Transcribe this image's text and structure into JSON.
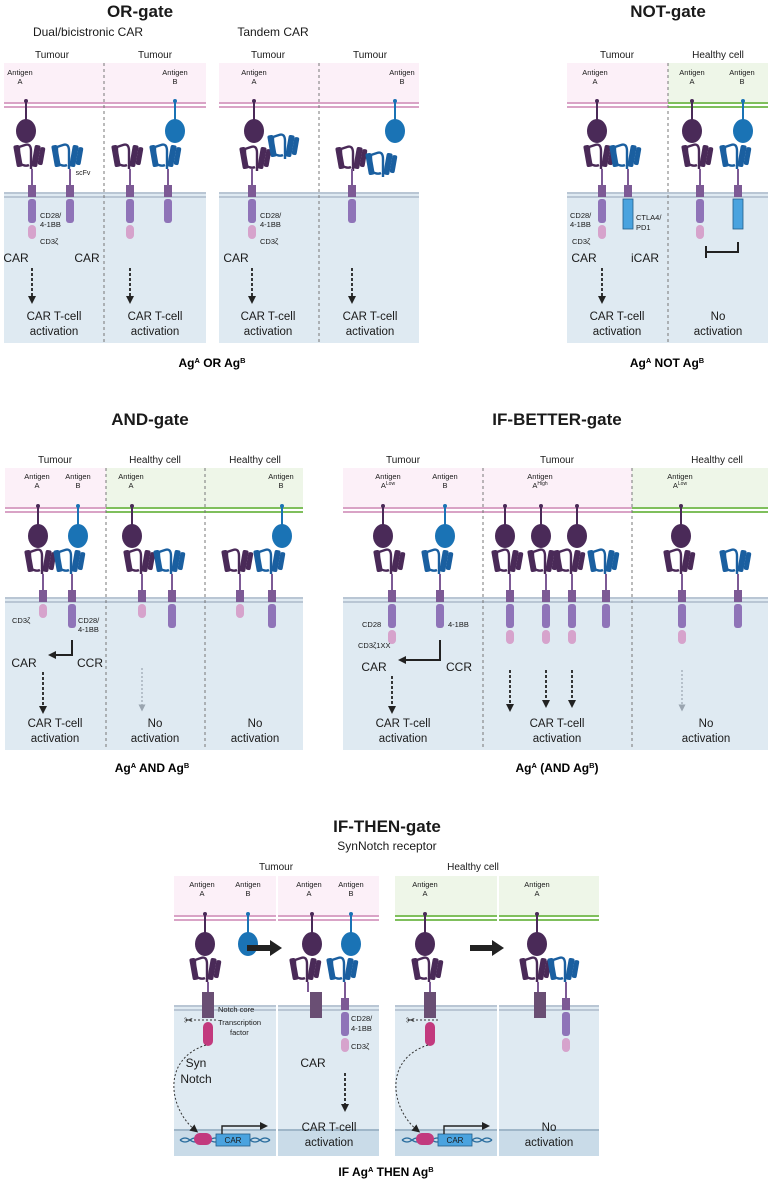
{
  "colors": {
    "tumour_bg": "#fcf0f8",
    "healthy_bg": "#eef6e8",
    "cell_bg": "#dfeaf2",
    "nucleus_bg": "#c9dbe8",
    "tumour_membrane": "#d9a3c6",
    "healthy_membrane": "#7fbf5c",
    "tcell_membrane": "#b9c6d4",
    "antigen_a": "#4a2a58",
    "antigen_b": "#1a73b5",
    "scfv_a": "#4a2a58",
    "scfv_b": "#1a5fa0",
    "costim": "#8f74b8",
    "hinge": "#7d5a95",
    "cd3z": "#d6a3cc",
    "inhibitory": "#4aa3df",
    "synnotch_tf": "#c23a7e",
    "arrow": "#222222",
    "faded_arrow": "#9aa5b0"
  },
  "or_gate": {
    "title": "OR-gate",
    "dual_subtitle": "Dual/bicistronic CAR",
    "tandem_subtitle": "Tandem CAR",
    "p1": {
      "header": "Tumour",
      "antigen": "Antigen",
      "letter": "A",
      "scfv": "scFv",
      "costim": "CD28/",
      "costim2": "4-1BB",
      "cd3z": "CD3ζ",
      "car": "CAR",
      "act1": "CAR T-cell",
      "act2": "activation"
    },
    "p2": {
      "header": "Tumour",
      "antigen": "Antigen",
      "letter": "B",
      "car": "CAR",
      "act1": "CAR T-cell",
      "act2": "activation"
    },
    "p3": {
      "header": "Tumour",
      "antigen": "Antigen",
      "letter": "A",
      "costim": "CD28/",
      "costim2": "4-1BB",
      "cd3z": "CD3ζ",
      "car": "CAR",
      "act1": "CAR T-cell",
      "act2": "activation"
    },
    "p4": {
      "header": "Tumour",
      "antigen": "Antigen",
      "letter": "B",
      "act1": "CAR T-cell",
      "act2": "activation"
    },
    "caption_a": "Ag",
    "caption_sup_a": "A",
    "caption_mid": " OR Ag",
    "caption_sup_b": "B"
  },
  "not_gate": {
    "title": "NOT-gate",
    "p1": {
      "header": "Tumour",
      "antigen": "Antigen",
      "letter": "A",
      "costim": "CD28/",
      "costim2": "4-1BB",
      "cd3z": "CD3ζ",
      "inhib": "CTLA4/",
      "inhib2": "PD1",
      "car": "CAR",
      "icar": "iCAR",
      "act1": "CAR T-cell",
      "act2": "activation"
    },
    "p2": {
      "header": "Healthy cell",
      "antigen_a": "Antigen",
      "letter_a": "A",
      "antigen_b": "Antigen",
      "letter_b": "B",
      "act1": "No",
      "act2": "activation"
    },
    "caption_a": "Ag",
    "caption_sup_a": "A",
    "caption_mid": " NOT Ag",
    "caption_sup_b": "B"
  },
  "and_gate": {
    "title": "AND-gate",
    "p1": {
      "header": "Tumour",
      "antigen_a": "Antigen",
      "letter_a": "A",
      "antigen_b": "Antigen",
      "letter_b": "B",
      "cd3z": "CD3ζ",
      "costim": "CD28/",
      "costim2": "4-1BB",
      "car": "CAR",
      "ccr": "CCR",
      "act1": "CAR T-cell",
      "act2": "activation"
    },
    "p2": {
      "header": "Healthy cell",
      "antigen": "Antigen",
      "letter": "A",
      "act1": "No",
      "act2": "activation"
    },
    "p3": {
      "header": "Healthy cell",
      "antigen": "Antigen",
      "letter": "B",
      "act1": "No",
      "act2": "activation"
    },
    "caption_a": "Ag",
    "caption_sup_a": "A",
    "caption_mid": " AND Ag",
    "caption_sup_b": "B"
  },
  "if_better_gate": {
    "title": "IF-BETTER-gate",
    "p1": {
      "header": "Tumour",
      "antigen_a": "Antigen",
      "letter_a": "A",
      "sup_a": "Low",
      "antigen_b": "Antigen",
      "letter_b": "B",
      "cd28": "CD28",
      "cd3z": "CD3ζ1XX",
      "bb": "4-1BB",
      "car": "CAR",
      "ccr": "CCR",
      "act1": "CAR T-cell",
      "act2": "activation"
    },
    "p2": {
      "header": "Tumour",
      "antigen": "Antigen",
      "letter": "A",
      "sup": "High",
      "act1": "CAR T-cell",
      "act2": "activation"
    },
    "p3": {
      "header": "Healthy cell",
      "antigen": "Antigen",
      "letter": "A",
      "sup": "Low",
      "act1": "No",
      "act2": "activation"
    },
    "caption_a": "Ag",
    "caption_sup_a": "A",
    "caption_mid": " (AND Ag",
    "caption_sup_b": "B",
    "caption_end": ")"
  },
  "if_then_gate": {
    "title": "IF-THEN-gate",
    "subtitle": "SynNotch receptor",
    "tumour_header": "Tumour",
    "healthy_header": "Healthy cell",
    "p1": {
      "antigen_a": "Antigen",
      "letter_a": "A",
      "antigen_b": "Antigen",
      "letter_b": "B",
      "notch_core": "Notch core",
      "tf1": "Transcription",
      "tf2": "factor",
      "syn1": "Syn",
      "syn2": "Notch",
      "gene": "CAR"
    },
    "p2": {
      "antigen_a": "Antigen",
      "letter_a": "A",
      "antigen_b": "Antigen",
      "letter_b": "B",
      "costim": "CD28/",
      "costim2": "4-1BB",
      "cd3z": "CD3ζ",
      "car": "CAR",
      "act1": "CAR T-cell",
      "act2": "activation"
    },
    "p3": {
      "antigen": "Antigen",
      "letter": "A",
      "gene": "CAR"
    },
    "p4": {
      "antigen": "Antigen",
      "letter": "A",
      "act1": "No",
      "act2": "activation"
    },
    "caption_a": "IF Ag",
    "caption_sup_a": "A",
    "caption_mid": " THEN Ag",
    "caption_sup_b": "B"
  }
}
